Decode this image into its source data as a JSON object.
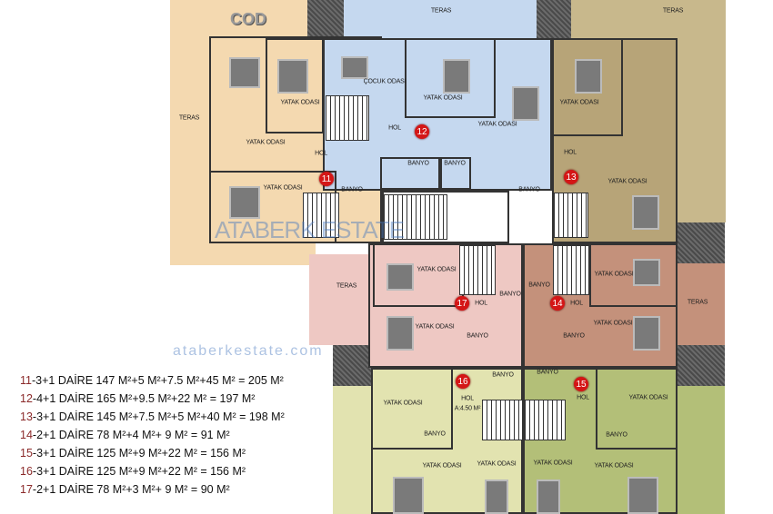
{
  "colors": {
    "unit11": "#f4d9b0",
    "unit12": "#c5d8ef",
    "unit13": "#b7a478",
    "unit14": "#c4917b",
    "unit15": "#b3bf78",
    "unit16": "#e2e3b0",
    "unit17": "#eec8c3",
    "marker": "#d41616"
  },
  "logo": "COD",
  "watermark": {
    "brand": "ATABERK ESTATE",
    "url": "ataberkestate.com"
  },
  "rooms": {
    "teras": "TERAS",
    "yatak": "YATAK ODASI",
    "cocuk": "ÇOCUK ODASI",
    "hol": "HOL",
    "banyo": "BANYO",
    "hol_area": "A:4.50 M²"
  },
  "markers": [
    "11",
    "12",
    "13",
    "14",
    "15",
    "16",
    "17"
  ],
  "legend": [
    {
      "no": "11",
      "text": "-3+1 DAİRE  147 M²+5 M²+7.5 M²+45 M² = 205 M²"
    },
    {
      "no": "12",
      "text": "-4+1 DAİRE  165 M²+9.5 M²+22 M² = 197 M²"
    },
    {
      "no": "13",
      "text": "-3+1 DAİRE  145 M²+7.5 M²+5 M²+40 M² = 198 M²"
    },
    {
      "no": "14",
      "text": "-2+1 DAİRE  78 M²+4 M²+ 9 M² =  91 M²"
    },
    {
      "no": "15",
      "text": "-3+1 DAİRE  125 M²+9 M²+22 M² = 156 M²"
    },
    {
      "no": "16",
      "text": "-3+1 DAİRE  125 M²+9 M²+22 M² = 156 M²"
    },
    {
      "no": "17",
      "text": "-2+1 DAİRE  78 M²+3 M²+ 9 M² =  90 M²"
    }
  ]
}
